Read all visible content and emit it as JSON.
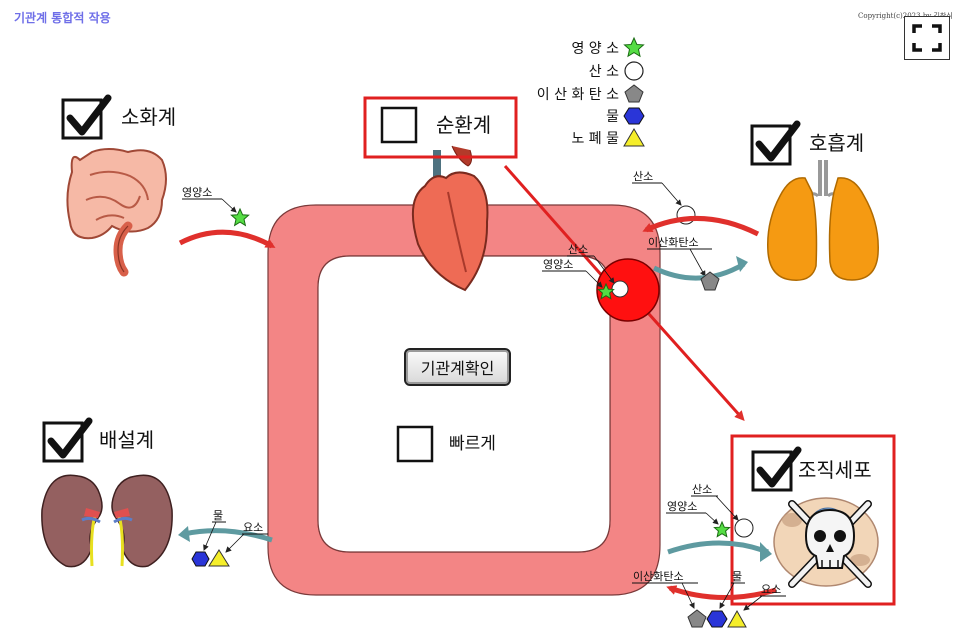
{
  "header": {
    "title": "기관계 통합적 작용",
    "copyright": "Copyright(c)2023 by 김창식"
  },
  "legend": [
    {
      "label": "영 양 소",
      "icon": "green-star-icon"
    },
    {
      "label": "산 소",
      "icon": "white-circle-icon"
    },
    {
      "label": "이 산 화 탄 소",
      "icon": "gray-pentagon-icon"
    },
    {
      "label": "물",
      "icon": "blue-hexagon-icon"
    },
    {
      "label": "노 폐 물",
      "icon": "yellow-triangle-icon"
    }
  ],
  "systems": {
    "digestive": {
      "label": "소화계",
      "checked": true,
      "nutrient_label": "영양소"
    },
    "circulatory": {
      "label": "순환계",
      "checked": false
    },
    "respiratory": {
      "label": "호흡계",
      "checked": true,
      "oxygen_label": "산소",
      "co2_label": "이산화탄소"
    },
    "excretory": {
      "label": "배설계",
      "checked": true,
      "water_label": "물",
      "urea_label": "요소"
    },
    "tissue": {
      "label": "조직세포",
      "checked": true,
      "oxygen_label": "산소",
      "nutrient_label": "영양소",
      "co2_label": "이산화탄소",
      "water_label": "물",
      "urea_label": "요소"
    }
  },
  "blood_cell": {
    "oxygen_label": "산소",
    "nutrient_label": "영양소"
  },
  "controls": {
    "check_button": "기관계확인",
    "fast_label": "빠르게",
    "fast_checked": false
  },
  "colors": {
    "vessel": "#f08080",
    "highlight": "#e02020",
    "arrow_red": "#e0302c",
    "arrow_teal": "#5e9aa0"
  }
}
